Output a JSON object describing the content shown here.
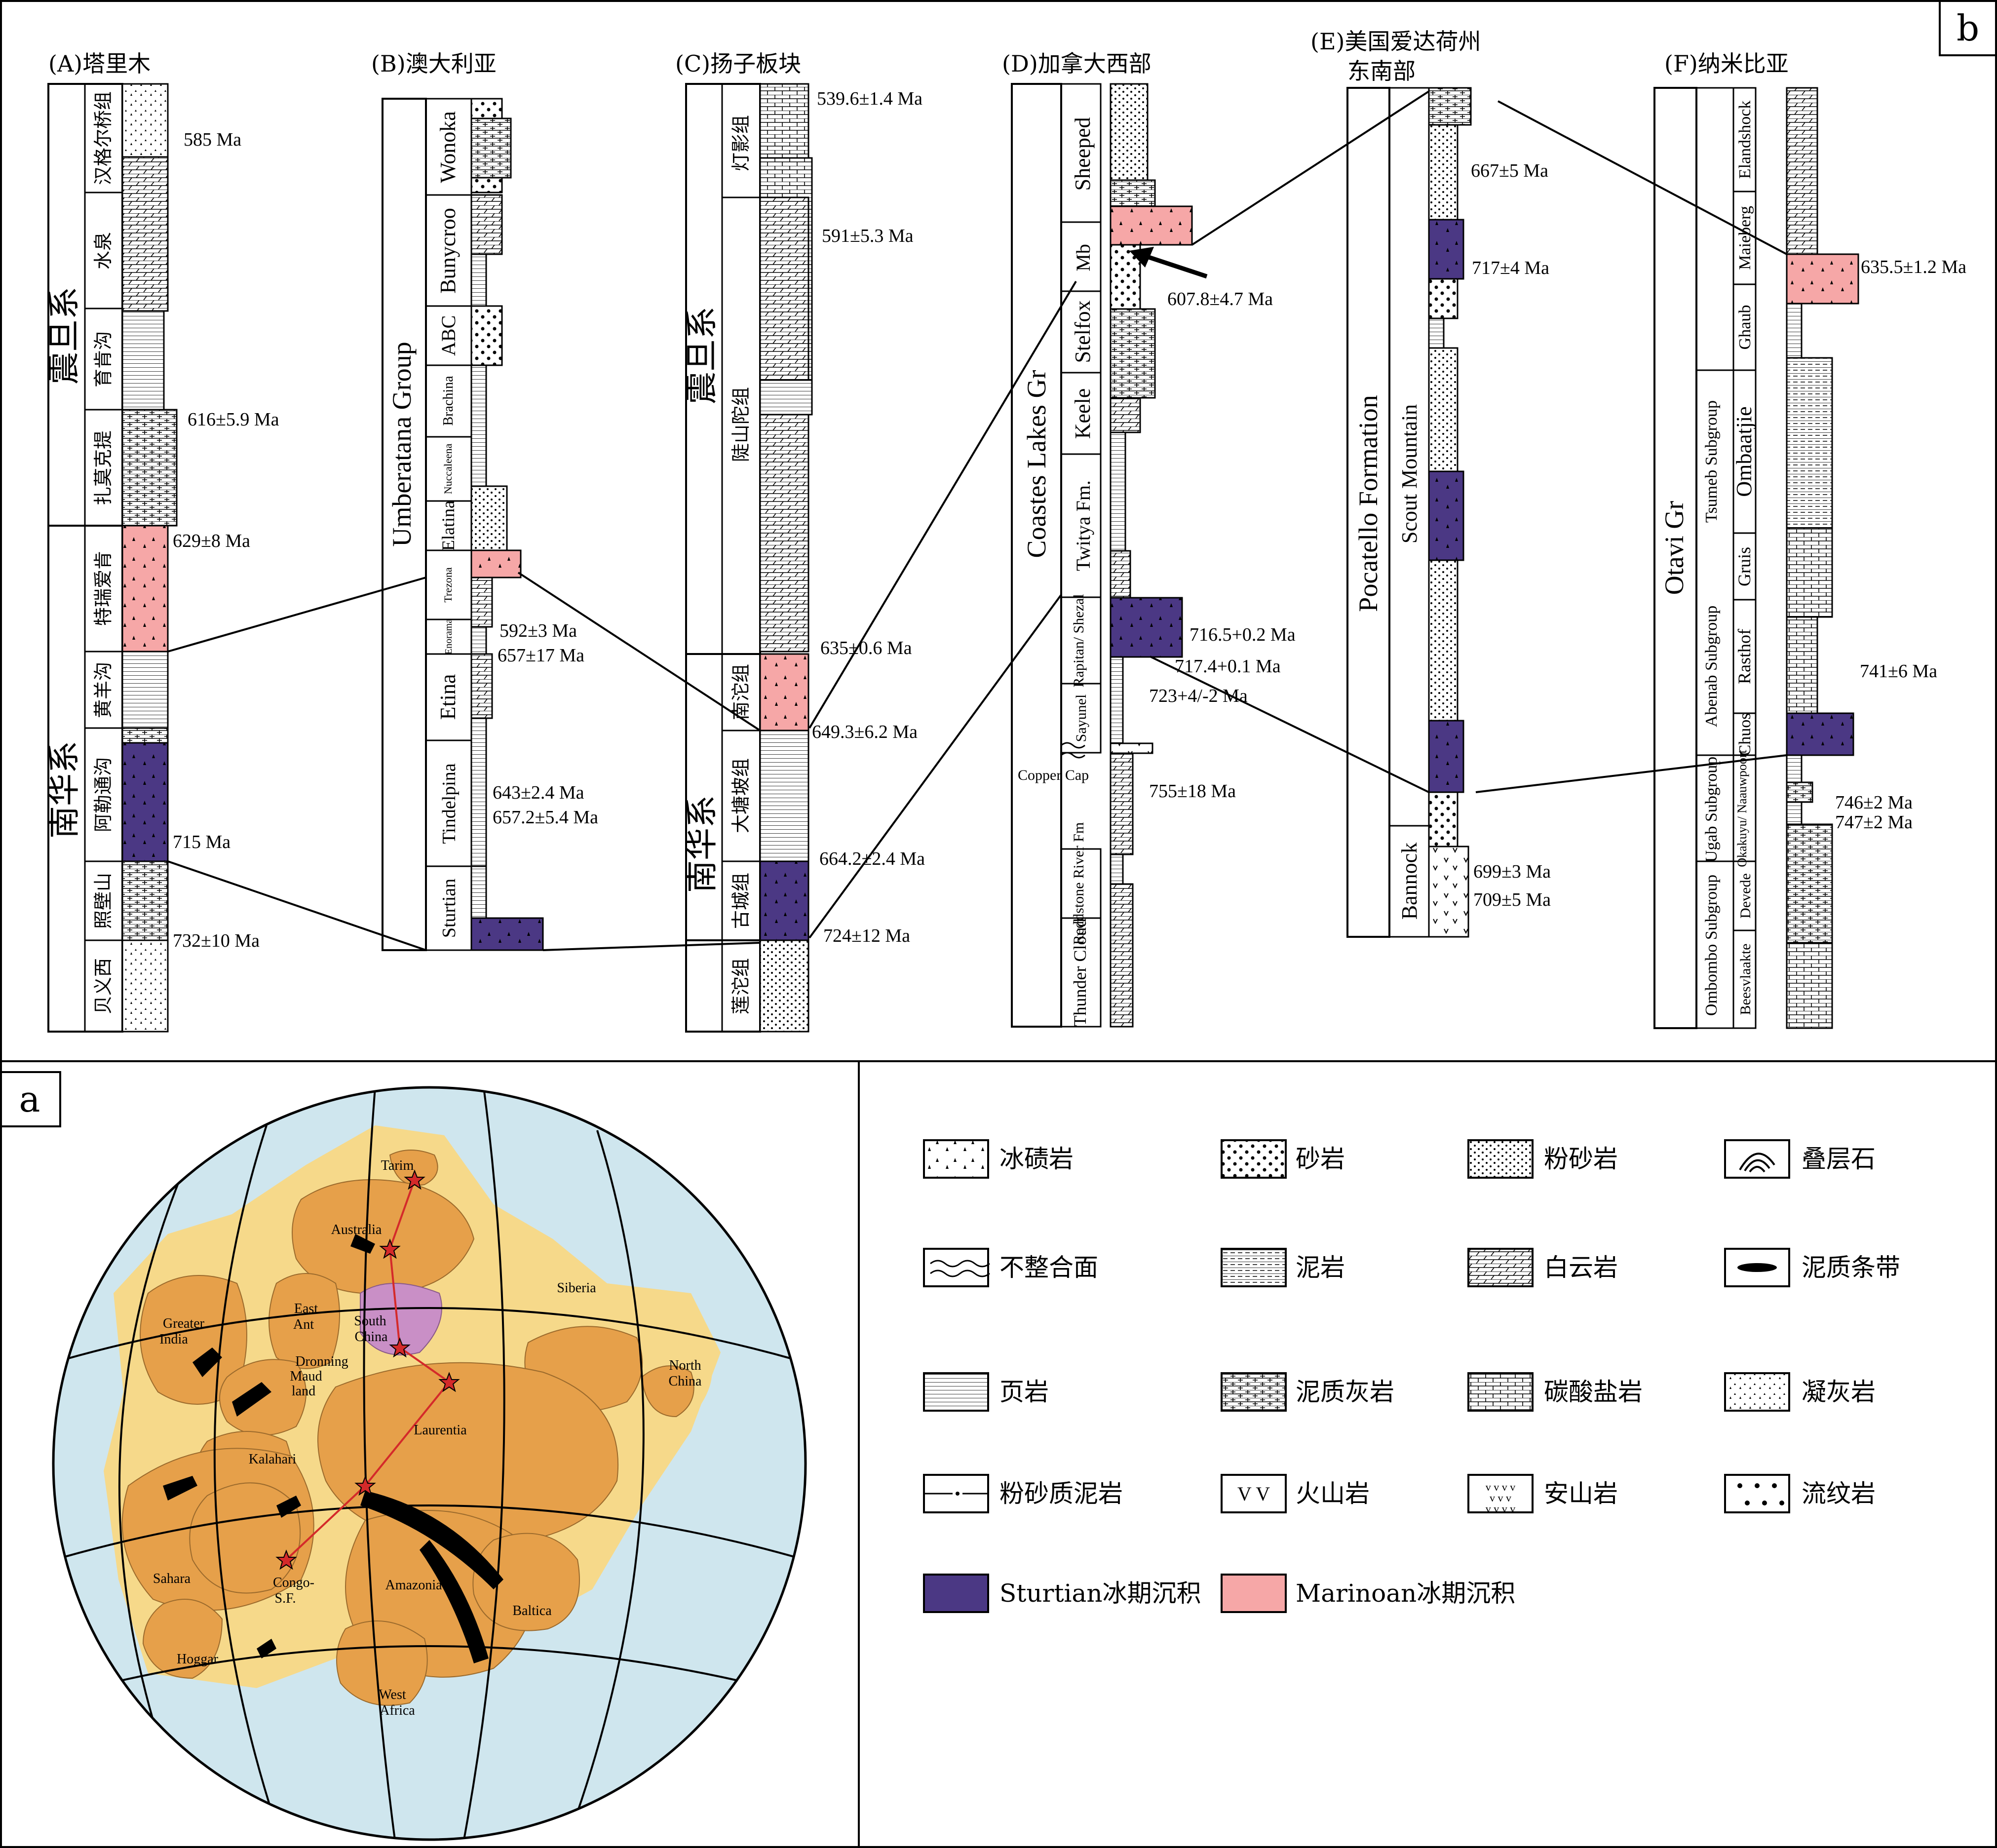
{
  "panels": {
    "b": "b",
    "a": "a"
  },
  "columns": {
    "A": {
      "title": "(A)塔里木",
      "system_upper": "震旦系",
      "system_lower": "南华系",
      "formations": [
        "汉格尔桥组",
        "水泉",
        "育肯沟",
        "扎莫克提",
        "特瑞爱肯",
        "黄羊沟",
        "阿勒通沟",
        "照壁山",
        "贝义西"
      ],
      "ages": [
        "585 Ma",
        "616±5.9 Ma",
        "629±8 Ma",
        "715 Ma",
        "732±10 Ma"
      ]
    },
    "B": {
      "title": "(B)澳大利亚",
      "group": "Umberatana Group",
      "formations": [
        "Wonoka",
        "Bunycroo",
        "ABC",
        "Brachina",
        "Nuccaleena",
        "Elatina",
        "Trezona",
        "Enorama",
        "Etina",
        "Tindelpina",
        "Sturtian"
      ],
      "ages": [
        "592±3 Ma",
        "657±17 Ma",
        "643±2.4 Ma",
        "657.2±5.4 Ma"
      ]
    },
    "C": {
      "title": "(C)扬子板块",
      "system_upper": "震旦系",
      "system_lower": "南华系",
      "formations": [
        "灯影组",
        "陡山陀组",
        "南沱组",
        "大塘坡组",
        "古城组",
        "莲沱组"
      ],
      "ages": [
        "539.6±1.4 Ma",
        "591±5.3 Ma",
        "635±0.6 Ma",
        "649.3±6.2 Ma",
        "664.2±2.4 Ma",
        "724±12 Ma"
      ]
    },
    "D": {
      "title": "(D)加拿大西部",
      "group": "Coastes Lakes Gr",
      "formations": [
        "Sheeped",
        "Mb",
        "Stelfox",
        "Keele",
        "Twitya Fm.",
        "Rapitan/ Shezal",
        "Sayunel",
        "Copper Cap",
        "Reddstone River Fm",
        "Thunder Cloud"
      ],
      "ages": [
        "607.8±4.7 Ma",
        "716.5+0.2 Ma",
        "717.4+0.1 Ma",
        "723+4/-2 Ma",
        "755±18 Ma"
      ]
    },
    "E": {
      "title": "(E)美国爱达荷州",
      "title2": "东南部",
      "formation": "Pocatello Formation",
      "formations": [
        "Scout Mountain",
        "Bannock"
      ],
      "ages": [
        "667±5 Ma",
        "717±4 Ma",
        "699±3 Ma",
        "709±5 Ma"
      ]
    },
    "F": {
      "title": "(F)纳米比亚",
      "group": "Otavi Gr",
      "subgroups": [
        "Tsumeb Subgroup",
        "Abenab Subgroup",
        "Ugab Subgroup",
        "Ombombo Subgroup"
      ],
      "formations": [
        "Elandshock",
        "Maieberg",
        "Ghaub",
        "Ombaatjie",
        "Gruis",
        "Rasthof",
        "Chuos",
        "Okakuyu/ Naauwpoort",
        "Devede",
        "Beesvlaakte"
      ],
      "ages": [
        "635.5±1.2 Ma",
        "741±6 Ma",
        "746±2 Ma",
        "747±2 Ma"
      ]
    }
  },
  "map": {
    "labels": [
      "Tarim",
      "Australia",
      "Siberia",
      "Greater India",
      "East Ant",
      "South China",
      "Dronning Maud land",
      "North China",
      "Laurentia",
      "Kalahari",
      "Sahara",
      "Congo- S.F.",
      "Amazonia",
      "Baltica",
      "Hoggar",
      "West Africa"
    ]
  },
  "legend": {
    "items": [
      "冰碛岩",
      "砂岩",
      "粉砂岩",
      "叠层石",
      "不整合面",
      "泥岩",
      "白云岩",
      "泥质条带",
      "页岩",
      "泥质灰岩",
      "碳酸盐岩",
      "凝灰岩",
      "粉砂质泥岩",
      "火山岩",
      "安山岩",
      "流纹岩",
      "Sturtian冰期沉积",
      "Marinoan冰期沉积"
    ]
  },
  "colors": {
    "sturtian": "#4b3884",
    "marinoan": "#f6a7a7",
    "ocean": "#cfe6ee",
    "continent": "#e6a04a",
    "shelf": "#f6d98a",
    "south_china": "#c98fc6"
  }
}
